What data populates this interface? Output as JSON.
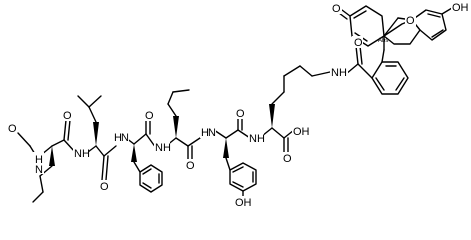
{
  "atoms": {
    "formyl_o": "O",
    "nh_1": "H",
    "n_1": "N",
    "o_1": "O",
    "nh_2": "H",
    "n_2": "N",
    "o_2": "O",
    "nh_3": "H",
    "n_3": "N",
    "o_3": "O",
    "nh_4": "H",
    "n_4": "N",
    "o_4": "O",
    "nh_5": "H",
    "n_5": "N",
    "acid_o": "O",
    "acid_oh": "OH",
    "tyr_oh": "OH",
    "amide_o": "O",
    "amide_nh": "NH",
    "xanthene_ketone_o": "O",
    "xanthene_ring_o": "O",
    "xanthene_oh": "OH"
  },
  "stereo_tag": "Abs"
}
